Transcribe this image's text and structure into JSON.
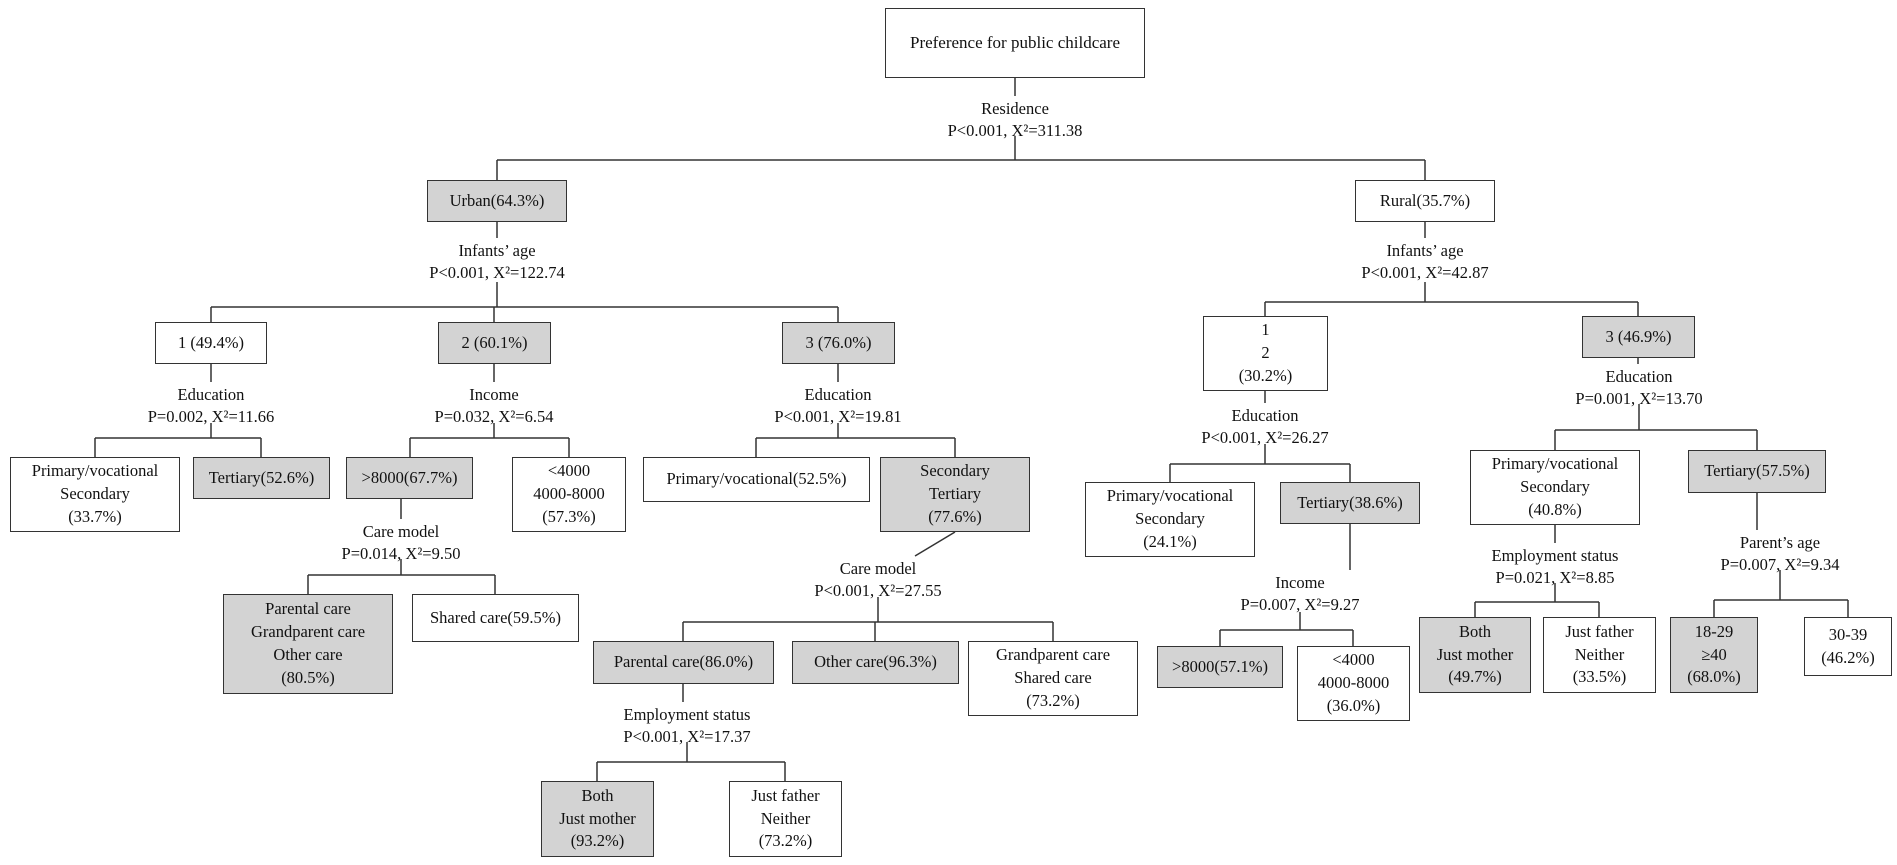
{
  "root": {
    "label": "Preference for public childcare"
  },
  "root_split": {
    "variable": "Residence",
    "stat": "P<0.001, X²=311.38"
  },
  "urban": {
    "label": "Urban(64.3%)",
    "split": {
      "variable": "Infants’ age",
      "stat": "P<0.001, X²=122.74"
    },
    "age1": {
      "label": "1  (49.4%)",
      "split": {
        "variable": "Education",
        "stat": "P=0.002, X²=11.66"
      },
      "primary": {
        "label": "Primary/vocational\nSecondary\n(33.7%)"
      },
      "tertiary": {
        "label": "Tertiary(52.6%)"
      }
    },
    "age2": {
      "label": "2  (60.1%)",
      "split": {
        "variable": "Income",
        "stat": "P=0.032, X²=6.54"
      },
      "high_income": {
        "label": ">8000(67.7%)",
        "split": {
          "variable": "Care model",
          "stat": "P=0.014, X²=9.50"
        },
        "parental": {
          "label": "Parental care\nGrandparent care\nOther care\n(80.5%)"
        },
        "shared": {
          "label": "Shared care(59.5%)"
        }
      },
      "low_income": {
        "label": "<4000\n4000-8000\n(57.3%)"
      }
    },
    "age3": {
      "label": "3  (76.0%)",
      "split": {
        "variable": "Education",
        "stat": "P<0.001, X²=19.81"
      },
      "primary": {
        "label": "Primary/vocational(52.5%)"
      },
      "secondary": {
        "label": "Secondary\nTertiary\n(77.6%)",
        "split": {
          "variable": "Care model",
          "stat": "P<0.001, X²=27.55"
        },
        "parental": {
          "label": "Parental care(86.0%)",
          "split": {
            "variable": "Employment status",
            "stat": "P<0.001, X²=17.37"
          },
          "both": {
            "label": "Both\nJust mother\n(93.2%)"
          },
          "father": {
            "label": "Just father\nNeither\n(73.2%)"
          }
        },
        "other": {
          "label": "Other care(96.3%)"
        },
        "grand": {
          "label": "Grandparent care\nShared care\n(73.2%)"
        }
      }
    }
  },
  "rural": {
    "label": "Rural(35.7%)",
    "split": {
      "variable": "Infants’ age",
      "stat": "P<0.001, X²=42.87"
    },
    "age12": {
      "label": "1\n2\n(30.2%)",
      "split": {
        "variable": "Education",
        "stat": "P<0.001, X²=26.27"
      },
      "primary": {
        "label": "Primary/vocational\nSecondary\n(24.1%)"
      },
      "tertiary": {
        "label": "Tertiary(38.6%)",
        "split": {
          "variable": "Income",
          "stat": "P=0.007, X²=9.27"
        },
        "high_income": {
          "label": ">8000(57.1%)"
        },
        "low_income": {
          "label": "<4000\n4000-8000\n(36.0%)"
        }
      }
    },
    "age3": {
      "label": "3  (46.9%)",
      "split": {
        "variable": "Education",
        "stat": "P=0.001, X²=13.70"
      },
      "primary": {
        "label": "Primary/vocational\nSecondary\n(40.8%)",
        "split": {
          "variable": "Employment status",
          "stat": "P=0.021, X²=8.85"
        },
        "both": {
          "label": "Both\nJust mother\n(49.7%)"
        },
        "father": {
          "label": "Just father\nNeither\n(33.5%)"
        }
      },
      "tertiary": {
        "label": "Tertiary(57.5%)",
        "split": {
          "variable": "Parent’s age",
          "stat": "P=0.007, X²=9.34"
        },
        "young": {
          "label": "18-29\n≥40\n(68.0%)"
        },
        "middle": {
          "label": "30-39\n(46.2%)"
        }
      }
    }
  },
  "colors": {
    "highlight": "#d3d3d3",
    "line": "#333333"
  }
}
